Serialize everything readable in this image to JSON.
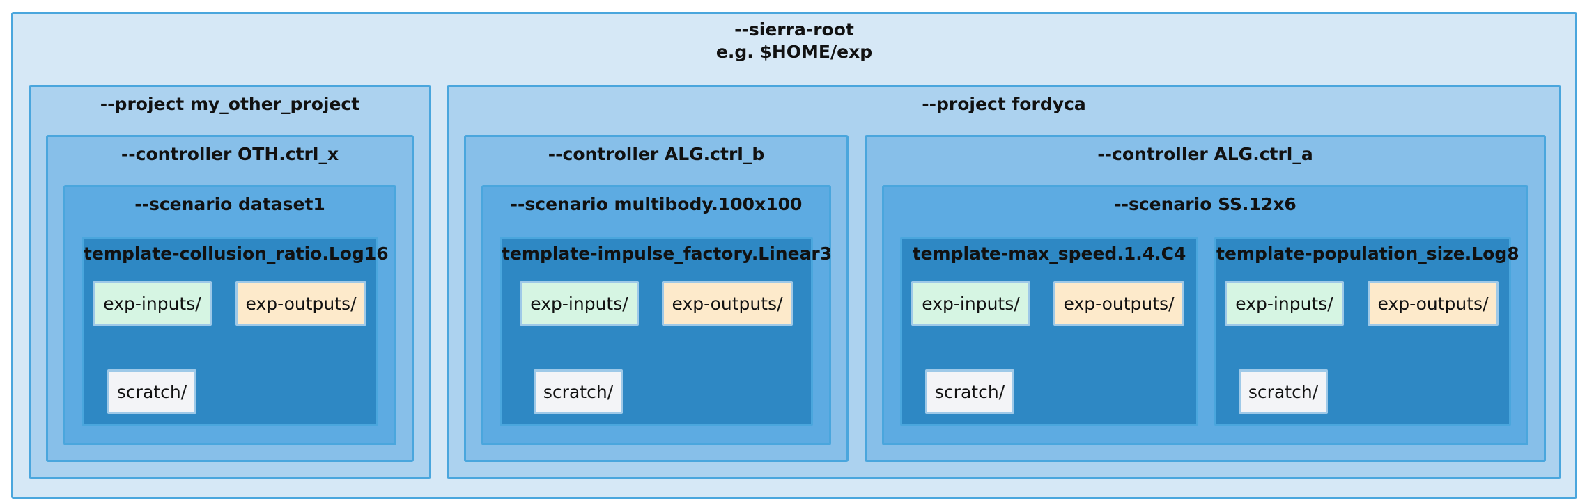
{
  "root": {
    "line1": "--sierra-root",
    "line2": "e.g. $HOME/exp"
  },
  "projects": [
    {
      "label": "--project my_other_project",
      "controllers": [
        {
          "label": "--controller OTH.ctrl_x",
          "scenario": "--scenario dataset1",
          "templates": [
            {
              "label": "template-collusion_ratio.Log16",
              "inputs": "exp-inputs/",
              "outputs": "exp-outputs/",
              "scratch": "scratch/"
            }
          ]
        }
      ]
    },
    {
      "label": "--project fordyca",
      "controllers": [
        {
          "label": "--controller ALG.ctrl_b",
          "scenario": "--scenario multibody.100x100",
          "templates": [
            {
              "label": "template-impulse_factory.Linear3",
              "inputs": "exp-inputs/",
              "outputs": "exp-outputs/",
              "scratch": "scratch/"
            }
          ]
        },
        {
          "label": "--controller ALG.ctrl_a",
          "scenario": "--scenario SS.12x6",
          "templates": [
            {
              "label": "template-max_speed.1.4.C4",
              "inputs": "exp-inputs/",
              "outputs": "exp-outputs/",
              "scratch": "scratch/"
            },
            {
              "label": "template-population_size.Log8",
              "inputs": "exp-inputs/",
              "outputs": "exp-outputs/",
              "scratch": "scratch/"
            }
          ]
        }
      ]
    }
  ]
}
